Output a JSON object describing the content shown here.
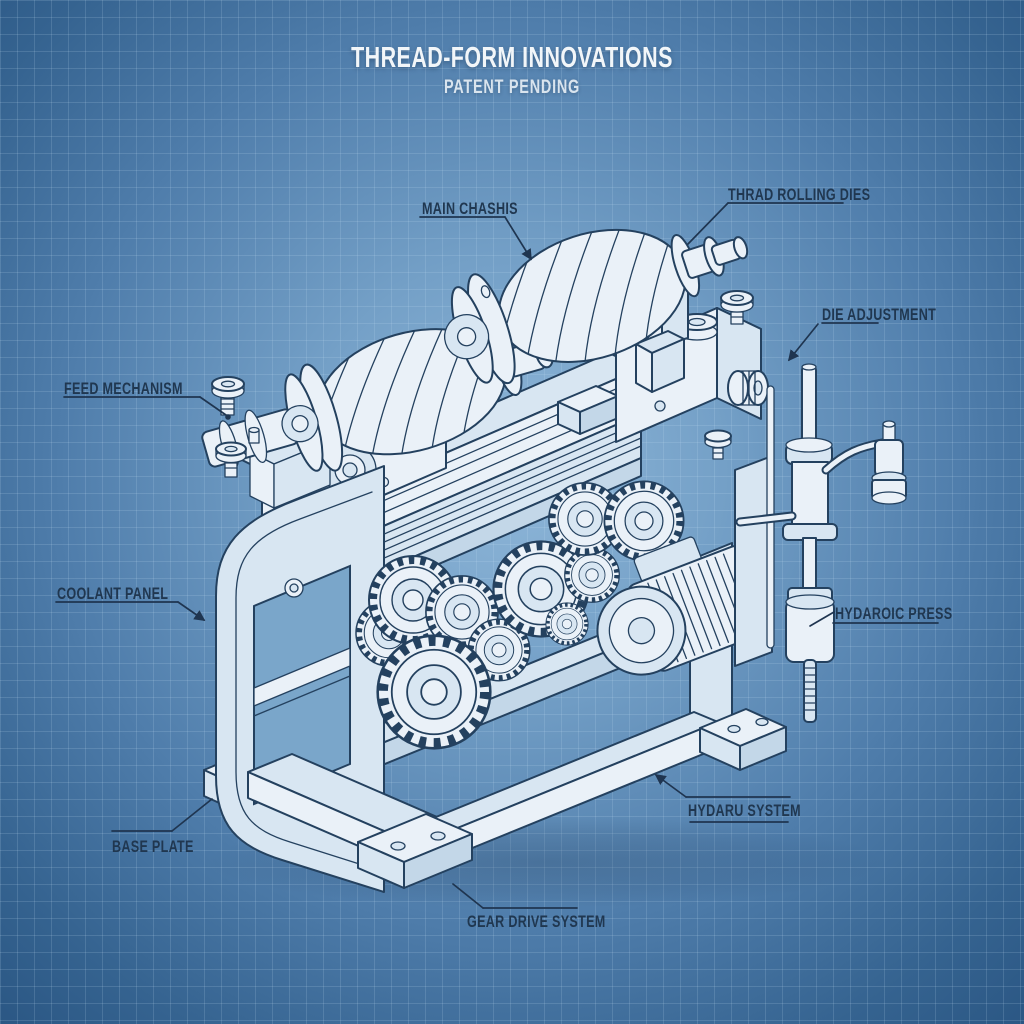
{
  "title": {
    "text": "THREAD-FORM INNOVATIONS",
    "subtitle": "PATENT PENDING"
  },
  "labels": {
    "main_chassis": "MAIN CHASHIS",
    "thread_rolling_dies": "THRAD ROLLING DIES",
    "die_adjustment": "DIE ADJUSTMENT",
    "feed_mechanism": "FEED MECHANISM",
    "coolant_panel": "COOLANT PANEL",
    "hydraulic_press": "HYDAROIC PRESS",
    "hydraulic_system": "HYDARU SYSTEM",
    "base_plate": "BASE PLATE",
    "gear_drive_system": "GEAR DRIVE SYSTEM"
  },
  "colors": {
    "background_edge": "#2b5784",
    "background_center": "#8fb7d9",
    "grid_line": "#c8e2f5",
    "outline_navy": "#24415f",
    "machine_fill_light": "#eaf1f8",
    "machine_fill_mid": "#d8e6f2",
    "label_text": "#203750",
    "title_text": "#f2f6f9"
  }
}
